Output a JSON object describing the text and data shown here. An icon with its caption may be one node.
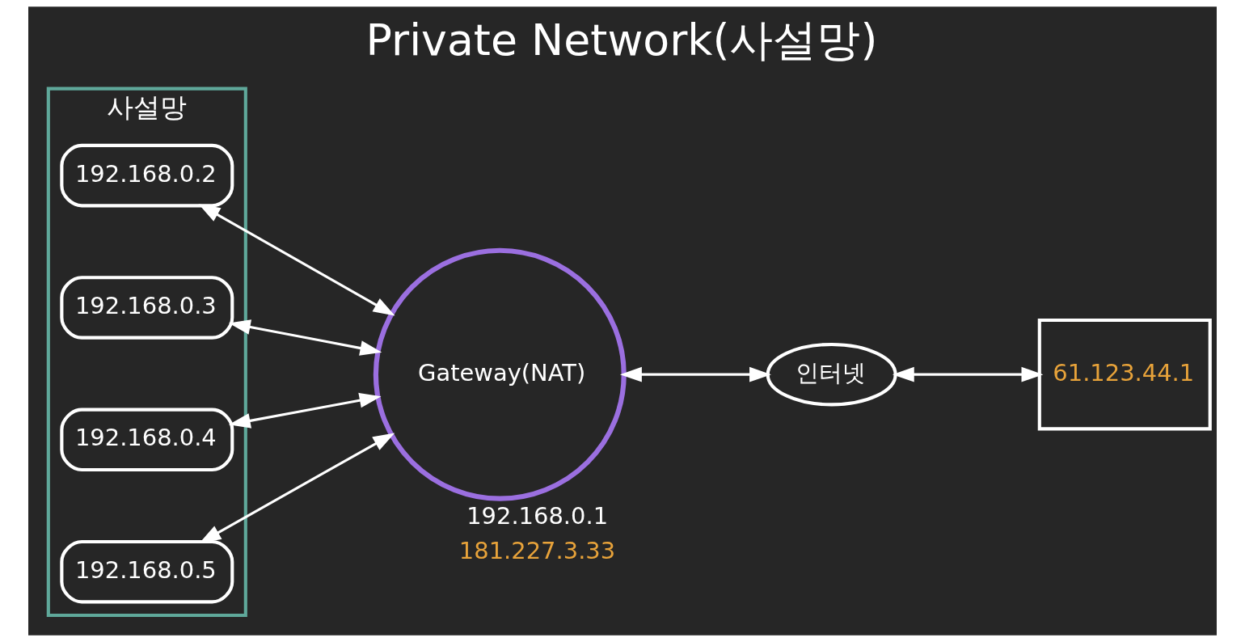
{
  "diagram": {
    "title": "Private Network(사설망)",
    "nodes": [
      {
        "text": [
          "사설망"
        ]
      },
      {
        "text": [
          "192.168.0.2"
        ],
        "in": 0
      },
      {
        "text": [
          "192.168.0.3"
        ],
        "in": 0
      },
      {
        "text": [
          "192.168.0.4"
        ],
        "in": 0
      },
      {
        "text": [
          "192.168.0.5"
        ],
        "in": 0
      },
      {
        "text": [
          "Gateway(NAT)"
        ],
        "beside": [
          "192.168.0.1",
          "181.227.3.33"
        ]
      },
      {
        "text": [
          "인터넷"
        ]
      },
      {
        "text": [
          "61.123.44.1"
        ]
      }
    ],
    "edges": [
      {
        "from": 1,
        "to": 5,
        "arrow": "both"
      },
      {
        "from": 2,
        "to": 5,
        "arrow": "both"
      },
      {
        "from": 3,
        "to": 5,
        "arrow": "both"
      },
      {
        "from": 4,
        "to": 5,
        "arrow": "both"
      },
      {
        "from": 5,
        "to": 6,
        "arrow": "both"
      },
      {
        "from": 6,
        "to": 7,
        "arrow": "both"
      }
    ]
  }
}
